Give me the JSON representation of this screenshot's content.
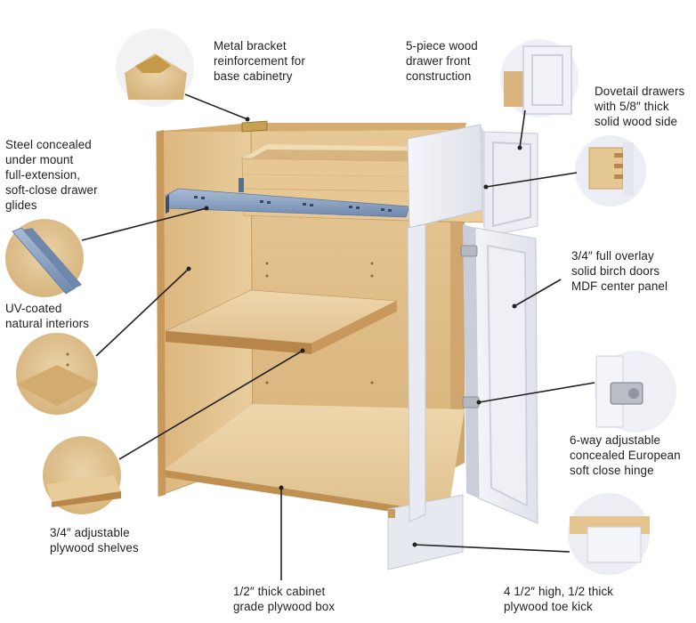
{
  "callouts": {
    "bracket": [
      "Metal bracket",
      "reinforcement for",
      "base cabinetry"
    ],
    "drawer_front": [
      "5-piece wood",
      "drawer front",
      "construction"
    ],
    "dovetail": [
      "Dovetail drawers",
      "with 5/8″ thick",
      "solid wood side"
    ],
    "glides": [
      "Steel concealed",
      "under mount",
      "full-extension,",
      "soft-close drawer",
      "glides"
    ],
    "doors": [
      "3/4″ full overlay",
      "solid birch doors",
      "MDF center panel"
    ],
    "interiors": [
      "UV-coated",
      "natural interiors"
    ],
    "hinge": [
      "6-way adjustable",
      "concealed European",
      "soft close hinge"
    ],
    "shelves": [
      "3/4″ adjustable",
      "plywood shelves"
    ],
    "box": [
      "1/2″ thick cabinet",
      "grade plywood box"
    ],
    "toe_kick": [
      "4 1/2″ high, 1/2 thick",
      "plywood toe kick"
    ]
  },
  "colors": {
    "wood_light": "#e9cfa3",
    "wood_mid": "#dcbb86",
    "wood_dark": "#c99e63",
    "door_white": "#eef0f5",
    "door_shadow": "#c7ccd8",
    "glide_steel": "#8ba4c4",
    "leader_line": "#222222"
  }
}
